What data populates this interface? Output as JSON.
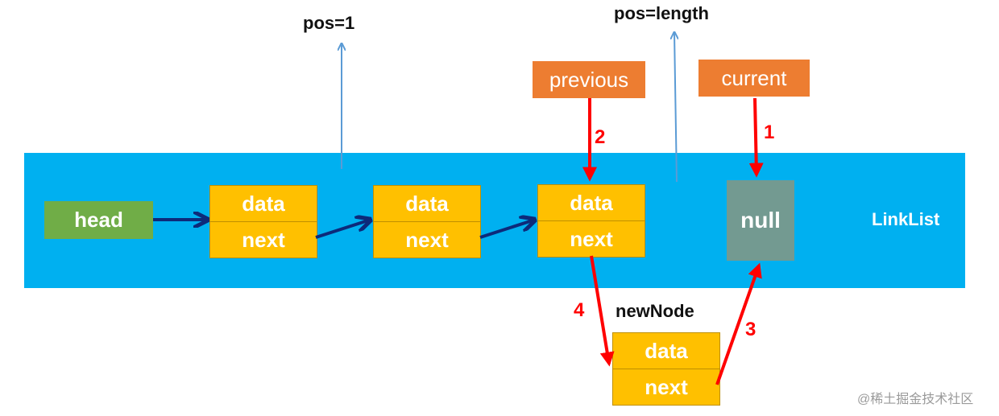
{
  "labels": {
    "pos_1": "pos=1",
    "pos_length": "pos=length",
    "previous": "previous",
    "current": "current",
    "head": "head",
    "null": "null",
    "linklist": "LinkList",
    "new_node": "newNode"
  },
  "nodes": [
    {
      "data": "data",
      "next": "next"
    },
    {
      "data": "data",
      "next": "next"
    },
    {
      "data": "data",
      "next": "next"
    }
  ],
  "new_node_fields": {
    "data": "data",
    "next": "next"
  },
  "steps": [
    "1",
    "2",
    "3",
    "4"
  ],
  "watermark": "@稀土掘金技术社区",
  "colors": {
    "band": "#00b0f0",
    "head": "#70ad47",
    "node": "#ffc000",
    "null": "#739a91",
    "tag": "#ed7d31",
    "red_arrow": "#ff0000",
    "blue_arrow": "#0d2a7a",
    "pointer_line": "#5b9bd5"
  }
}
